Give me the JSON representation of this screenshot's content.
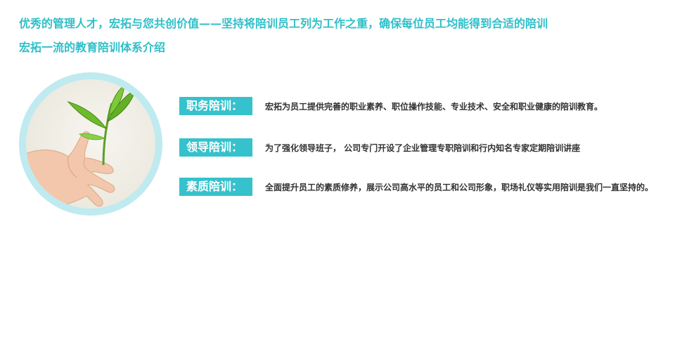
{
  "intro": {
    "line1": "优秀的管理人才，宏拓与您共创价值——坚持将陪训员工列为工作之重，确保每位员工均能得到合适的陪训",
    "line2": "宏拓一流的教育陪训体系介绍"
  },
  "image": {
    "icon": "hand-with-sprout-icon"
  },
  "trainings": [
    {
      "label": "职务陪训：",
      "description": "宏拓为员工提供完善的职业素养、职位操作技能、专业技术、安全和职业健康的陪训教育。"
    },
    {
      "label": "领导陪训：",
      "description": "为了强化领导班子， 公司专门开设了企业管理专职陪训和行内知名专家定期陪训讲座"
    },
    {
      "label": "素质陪训：",
      "description": "全面提升员工的素质修养，展示公司高水平的员工和公司形象，职场礼仪等实用陪训是我们一直坚持的。"
    }
  ],
  "colors": {
    "accent": "#2fbfc9",
    "tag_bg": "#35c2cc",
    "ring": "#bfeaf0",
    "text": "#333333"
  }
}
